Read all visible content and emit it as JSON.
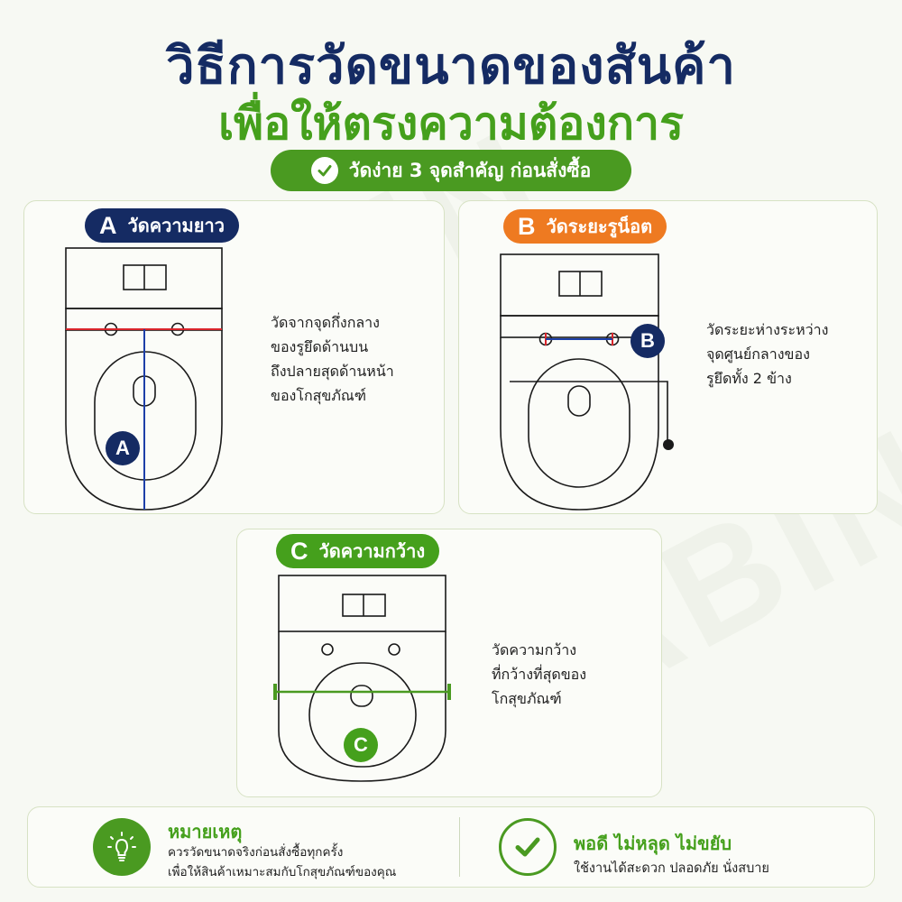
{
  "brand": {
    "watermark": "HABIN"
  },
  "header": {
    "title": "วิธีการวัดขนาดของสันค้า",
    "subtitle": "เพื่อให้ตรงความต้องการ",
    "pill": "วัดง่าย 3 จุดสำคัญ ก่อนสั่งซื้อ"
  },
  "colors": {
    "navy": "#152b63",
    "green": "#45a01c",
    "orange": "#ee7a21",
    "red": "#d9242a"
  },
  "panels": {
    "a": {
      "letter": "A",
      "tag": "วัดความยาว",
      "desc": [
        "วัดจากจุดกึ่งกลาง",
        "ของรูยึดด้านบน",
        "ถึงปลายสุดด้านหน้า",
        "ของโกสุขภัณฑ์"
      ],
      "marker": "A"
    },
    "b": {
      "letter": "B",
      "tag": "วัดระยะรูน็อต",
      "desc": [
        "วัดระยะห่างระหว่าง",
        "จุดศูนย์กลางของ",
        "รูยึดทั้ง 2 ข้าง"
      ],
      "marker": "B"
    },
    "c": {
      "letter": "C",
      "tag": "วัดความกว้าง",
      "desc": [
        "วัดความกว้าง",
        "ที่กว้างที่สุดของ",
        "โกสุขภัณฑ์"
      ],
      "marker": "C"
    }
  },
  "footer": {
    "note": {
      "title": "หมายเหตุ",
      "lines": [
        "ควรวัดขนาดจริงก่อนสั่งซื้อทุกครั้ง",
        "เพื่อให้สินค้าเหมาะสมกับโกสุขภัณฑ์ของคุณ"
      ],
      "icon": "lightbulb-icon"
    },
    "fit": {
      "title": "พอดี ไม่หลุด ไม่ขยับ",
      "text": "ใช้งานได้สะดวก ปลอดภัย นั่งสบาย",
      "icon": "check-circle-icon"
    }
  }
}
